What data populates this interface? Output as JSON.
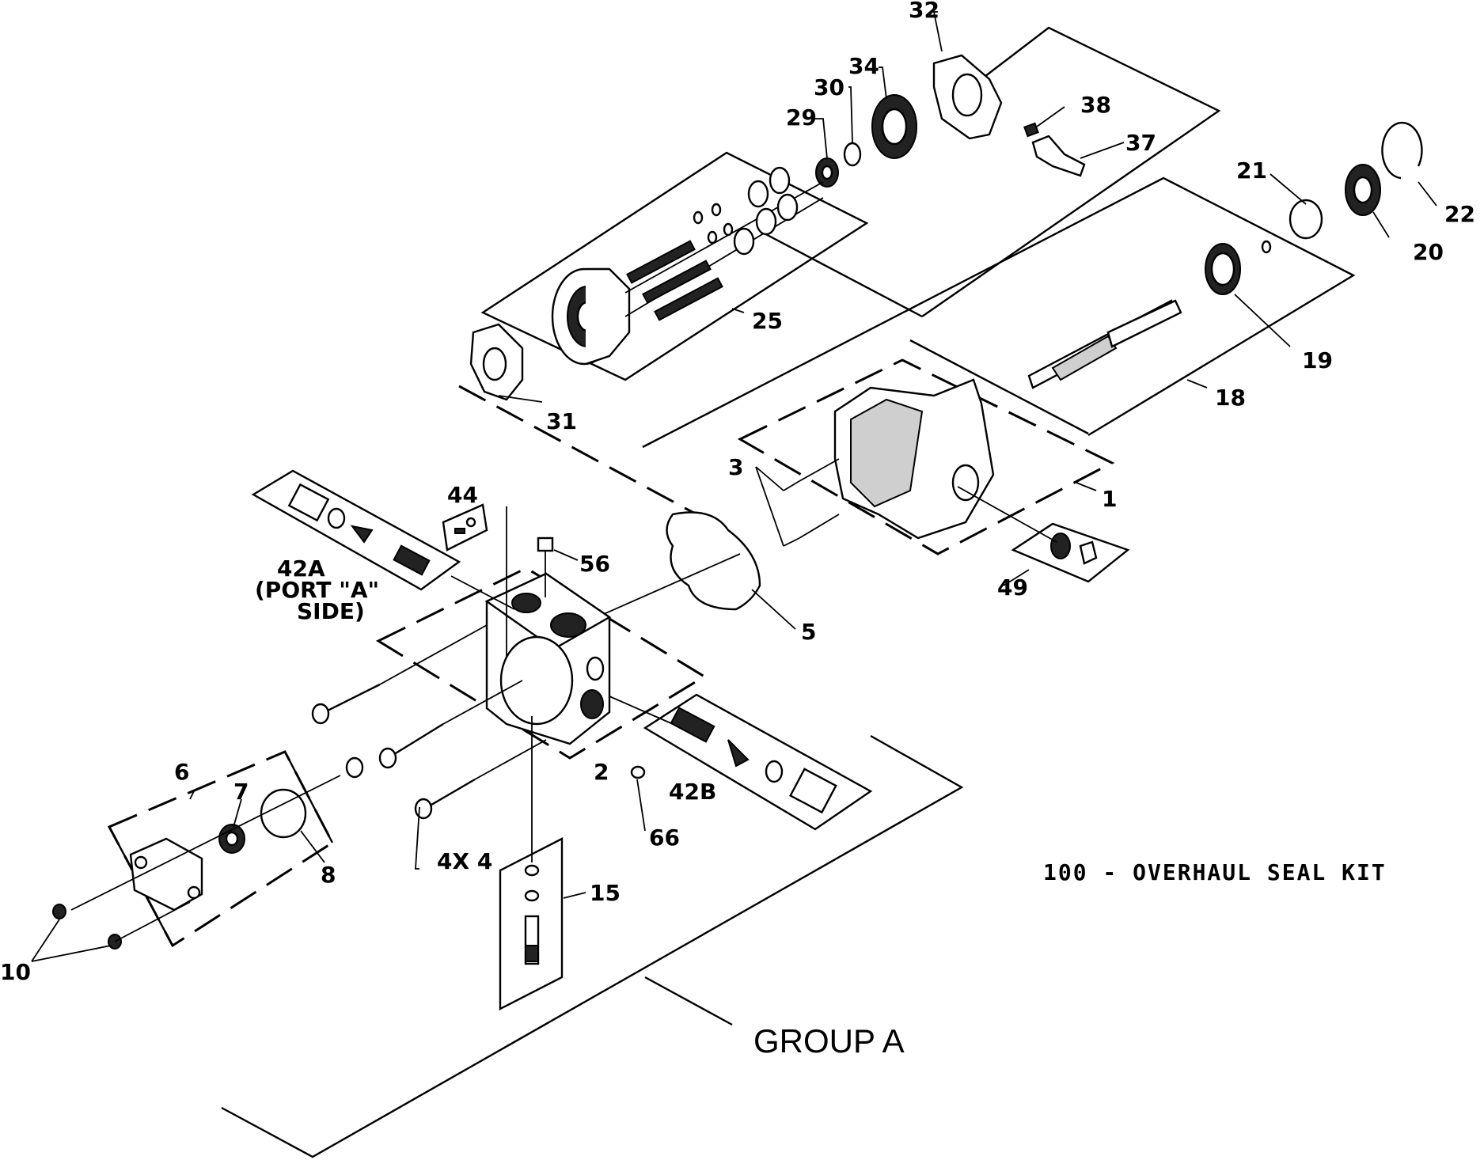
{
  "diagram": {
    "group_title": "GROUP A",
    "kit_note": "100 - OVERHAUL SEAL KIT",
    "callouts": {
      "c1": "1",
      "c2": "2",
      "c3": "3",
      "c4": "4X 4",
      "c5": "5",
      "c6": "6",
      "c7": "7",
      "c8": "8",
      "c10": "10",
      "c15": "15",
      "c18": "18",
      "c19": "19",
      "c20": "20",
      "c21": "21",
      "c22": "22",
      "c25": "25",
      "c29": "29",
      "c30": "30",
      "c31": "31",
      "c32": "32",
      "c34": "34",
      "c37": "37",
      "c38": "38",
      "c42a_line1": "42A",
      "c42a_line2": "(PORT \"A\"",
      "c42a_line3": "SIDE)",
      "c42b": "42B",
      "c44": "44",
      "c49": "49",
      "c56": "56",
      "c66": "66"
    }
  }
}
